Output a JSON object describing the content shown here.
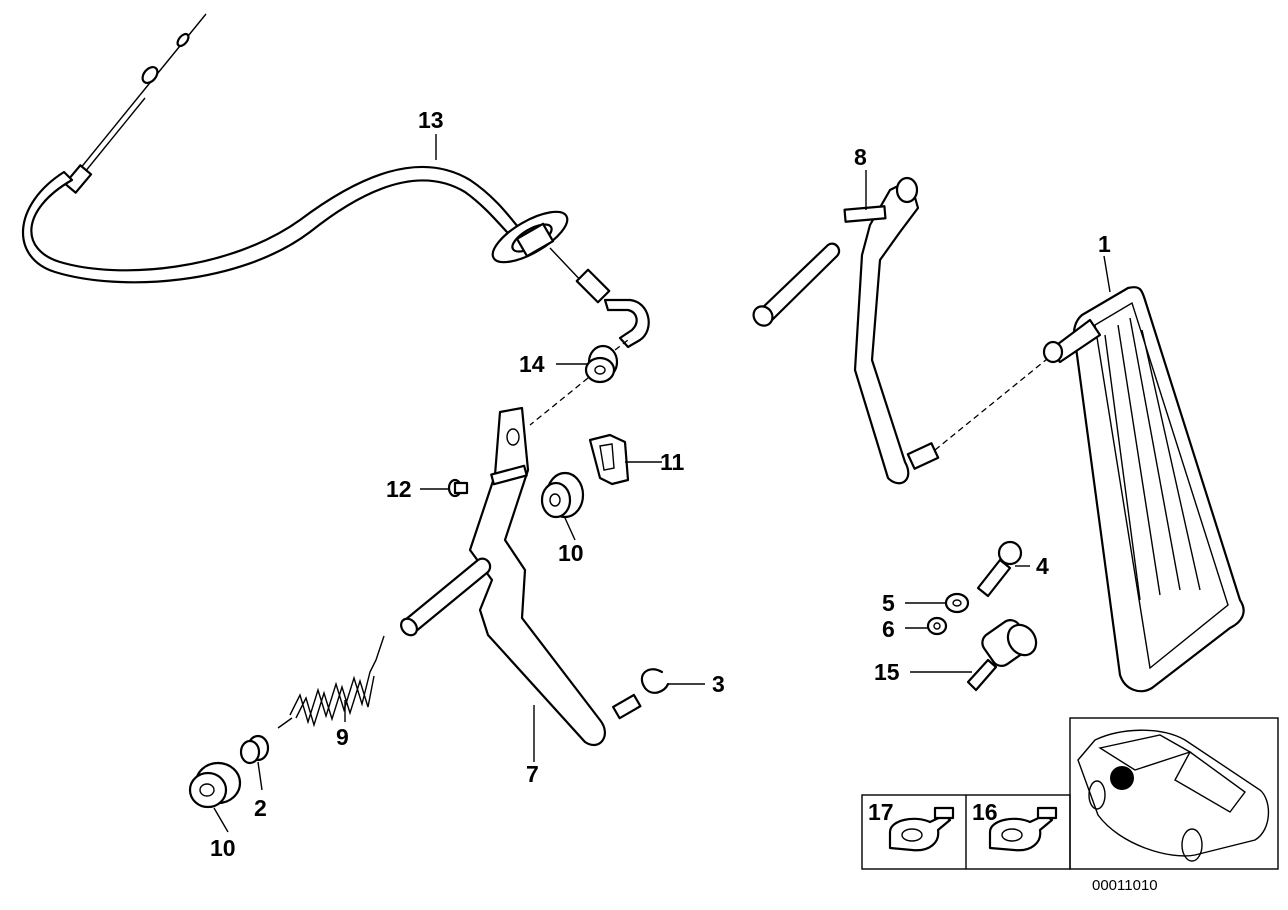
{
  "callouts": {
    "c1": "1",
    "c2": "2",
    "c3": "3",
    "c4": "4",
    "c5": "5",
    "c6": "6",
    "c7": "7",
    "c8": "8",
    "c9": "9",
    "c10a": "10",
    "c10b": "10",
    "c11": "11",
    "c12": "12",
    "c13": "13",
    "c14": "14",
    "c15": "15",
    "c16": "16",
    "c17": "17"
  },
  "reference_code": "00011010"
}
